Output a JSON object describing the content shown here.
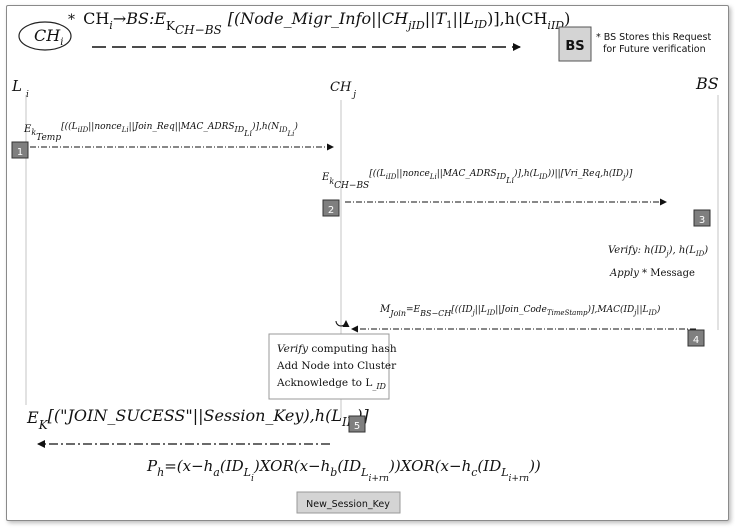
{
  "colors": {
    "ink": "#111111",
    "box_fill": "#d4d4d4",
    "step_fill": "#7f7f7f",
    "lifeline": "#d9d9d9",
    "frame": "#8a8a8a"
  },
  "header": {
    "ch_label": "CH",
    "ch_sub": "i",
    "message_parts": [
      "*",
      "CH",
      "i",
      "→BS:E",
      "K",
      "CH−BS",
      "[(Node_Migr_Info||CH",
      "jID",
      "||T",
      "1",
      "||L",
      "ID",
      ")],h(CH",
      "iID",
      ")"
    ],
    "bs_box": "BS",
    "bs_note_line1": "* BS Stores this Request",
    "bs_note_line2": "for Future verification"
  },
  "lifelines": {
    "li": [
      "L",
      "i"
    ],
    "chj": [
      "CH",
      "j"
    ],
    "bs": "BS"
  },
  "steps": [
    "1",
    "2",
    "3",
    "4",
    "5"
  ],
  "messages": {
    "m1": [
      "E",
      "k",
      "Temp",
      "[((L",
      "iID",
      "||nonce",
      "Li",
      "||Join_Req||MAC_ADRS",
      "ID",
      "Li",
      ")],h(N",
      "ID",
      "Li",
      ")"
    ],
    "m2": [
      "E",
      "k",
      "CH−BS",
      "[((L",
      "iID",
      "||nonce",
      "Li",
      "||MAC_ADRS",
      "ID",
      "Li",
      ")],h(L",
      "ID",
      "))||[Vri_Req,h(ID",
      "j",
      ")]"
    ],
    "verify": [
      "Verify",
      ": h(ID",
      "j",
      "), h(L",
      "ID",
      ")"
    ],
    "apply": [
      "Apply",
      " * Message"
    ],
    "m4": [
      "M",
      "Join",
      "=E",
      "BS−CH",
      "[((ID",
      "j",
      "||L",
      "ID",
      "||Join_Code",
      "TimeStamp",
      ")],MAC(ID",
      "j",
      "||L",
      "ID",
      ")"
    ],
    "m5": [
      "E",
      "K",
      "[(\"JOIN_SUCESS\"||Session_Key),h(L",
      "ID",
      ")]"
    ],
    "ph": [
      "P",
      "h",
      "=(x−h",
      "a",
      "(ID",
      "L",
      "i",
      ")XOR(x−h",
      "b",
      "(ID",
      "L",
      "i+rn",
      "))XOR(x−h",
      "c",
      "(ID",
      "L",
      "i+rn",
      "))"
    ]
  },
  "verify_box": {
    "line1_italic": "Verify",
    "line1_rest": " computing hash",
    "line2": "Add Node into Cluster",
    "line3_main": "Acknowledge to L",
    "line3_sub": "_ID"
  },
  "session_key_button": "New_Session_Key"
}
